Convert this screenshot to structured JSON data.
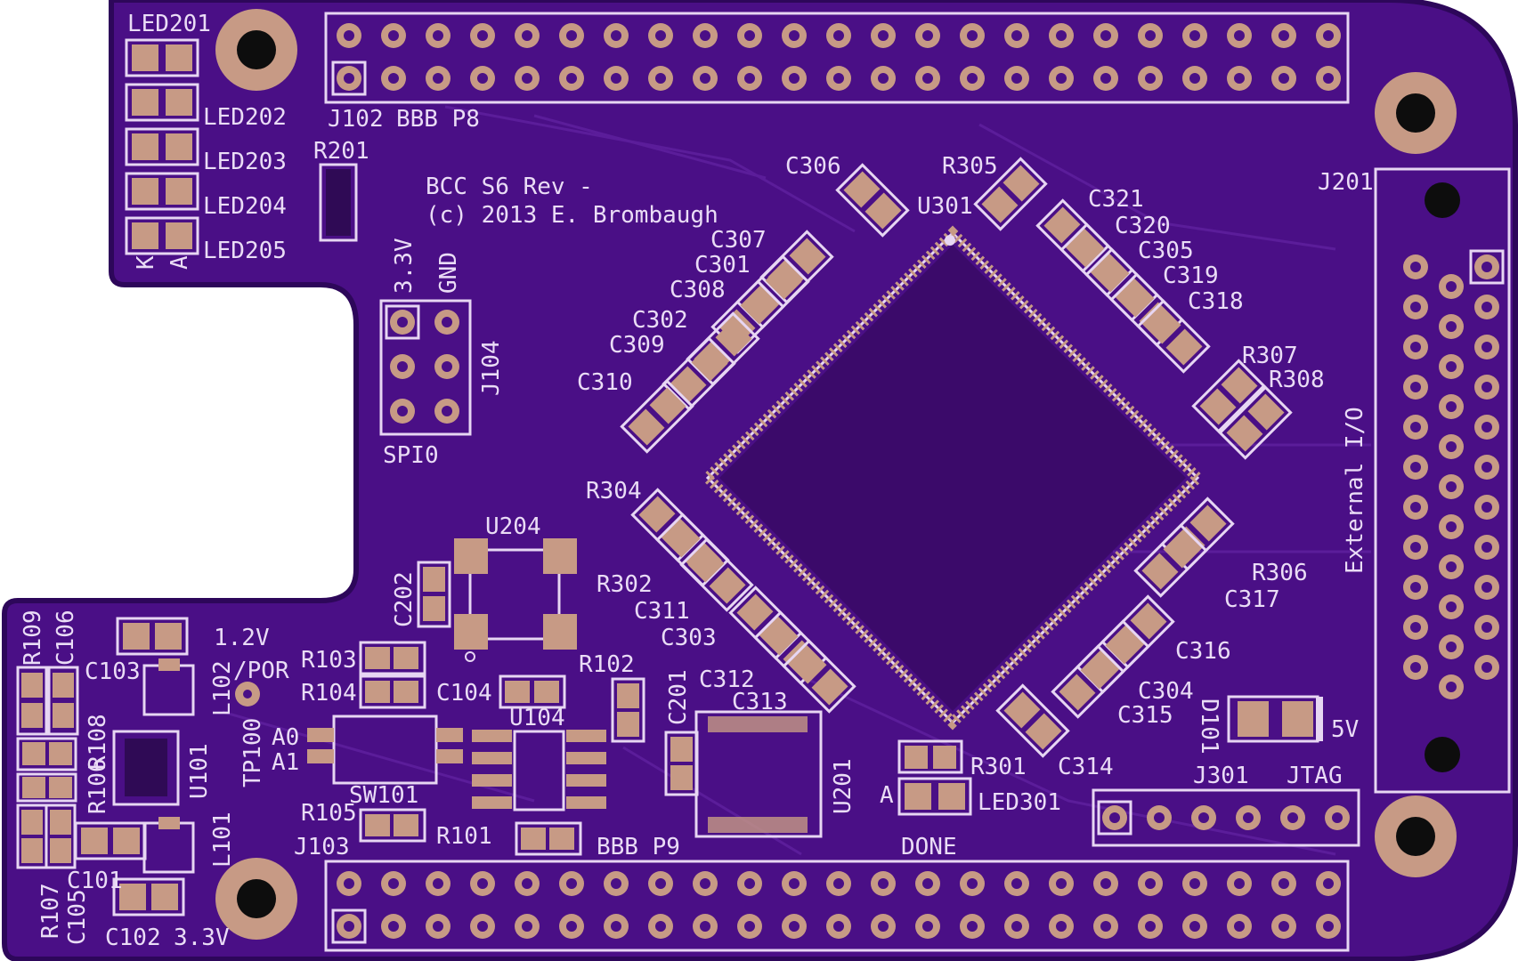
{
  "board": {
    "title_line1": "BCC S6  Rev -",
    "title_line2": "(c) 2013 E. Brombaugh",
    "colors": {
      "board": "#4a0f86",
      "board_edge": "#2d075a",
      "silk": "#e7d6f3",
      "copper_pad": "#c79a85",
      "chip_body": "#3b0a6a"
    }
  },
  "labels": {
    "top_left": [
      "LED201",
      "LED202",
      "LED203",
      "LED204",
      "LED205",
      "R201",
      "K",
      "A"
    ],
    "spi_block": [
      "3.3V",
      "GND",
      "J104",
      "SPI0"
    ],
    "headers": [
      "J102",
      "BBB P8",
      "J103",
      "BBB P9",
      "J201",
      "External I/O",
      "J301",
      "JTAG"
    ],
    "fpga_area": [
      "U301",
      "C306",
      "R305",
      "C321",
      "C320",
      "C305",
      "C319",
      "C318",
      "C307",
      "C301",
      "C308",
      "C302",
      "C309",
      "C310",
      "R307",
      "R308",
      "R304",
      "R302",
      "C311",
      "C303",
      "C312",
      "C313",
      "R306",
      "C317",
      "C316",
      "C304",
      "C315",
      "C314",
      "D101",
      "5V"
    ],
    "lower_left": [
      "U204",
      "C202",
      "R103",
      "R104",
      "C104",
      "R102",
      "U104",
      "SW101",
      "R105",
      "R101",
      "C201",
      "U201",
      "A0",
      "A1",
      "TP100",
      "L102",
      "/POR",
      "1.2V",
      "C103",
      "U101",
      "R109",
      "C106",
      "R108",
      "R106",
      "R107",
      "C105",
      "C101",
      "L101",
      "C102",
      "3.3V"
    ],
    "led_done": [
      "R301",
      "A",
      "LED301",
      "DONE"
    ]
  }
}
